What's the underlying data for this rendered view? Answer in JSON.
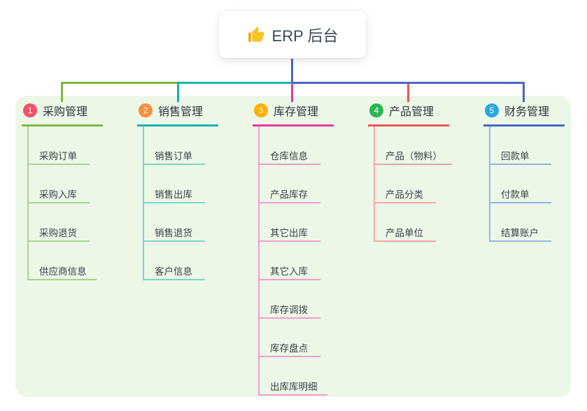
{
  "root": {
    "label": "ERP 后台",
    "icon": "thumbs-up-icon"
  },
  "colors": {
    "panel_bg": "#ecf7e8",
    "trunk": "#4a65c6",
    "root_text": "#3c4656",
    "thumb_yellow": "#f7c325"
  },
  "branches": [
    {
      "index": "1",
      "label": "采购管理",
      "badge_color": "#f3506b",
      "line_color": "#7cb93e",
      "child_line_color": "#a9d48d",
      "children": [
        "采购订单",
        "采购入库",
        "采购退货",
        "供应商信息"
      ]
    },
    {
      "index": "2",
      "label": "销售管理",
      "badge_color": "#f98e3d",
      "line_color": "#14b3aa",
      "child_line_color": "#7fd3cb",
      "children": [
        "销售订单",
        "销售出库",
        "销售退货",
        "客户信息"
      ]
    },
    {
      "index": "3",
      "label": "库存管理",
      "badge_color": "#ffb005",
      "line_color": "#e13c9e",
      "child_line_color": "#f19fcd",
      "children": [
        "仓库信息",
        "产品库存",
        "其它出库",
        "其它入库",
        "库存调拨",
        "库存盘点",
        "出库库明细"
      ]
    },
    {
      "index": "4",
      "label": "产品管理",
      "badge_color": "#2cb553",
      "line_color": "#f05455",
      "child_line_color": "#f7a6a4",
      "children": [
        "产品（物料）",
        "产品分类",
        "产品单位"
      ]
    },
    {
      "index": "5",
      "label": "财务管理",
      "badge_color": "#2aa7e0",
      "line_color": "#4a65c6",
      "child_line_color": "#9fb0de",
      "children": [
        "回款单",
        "付款单",
        "结算账户"
      ]
    }
  ]
}
